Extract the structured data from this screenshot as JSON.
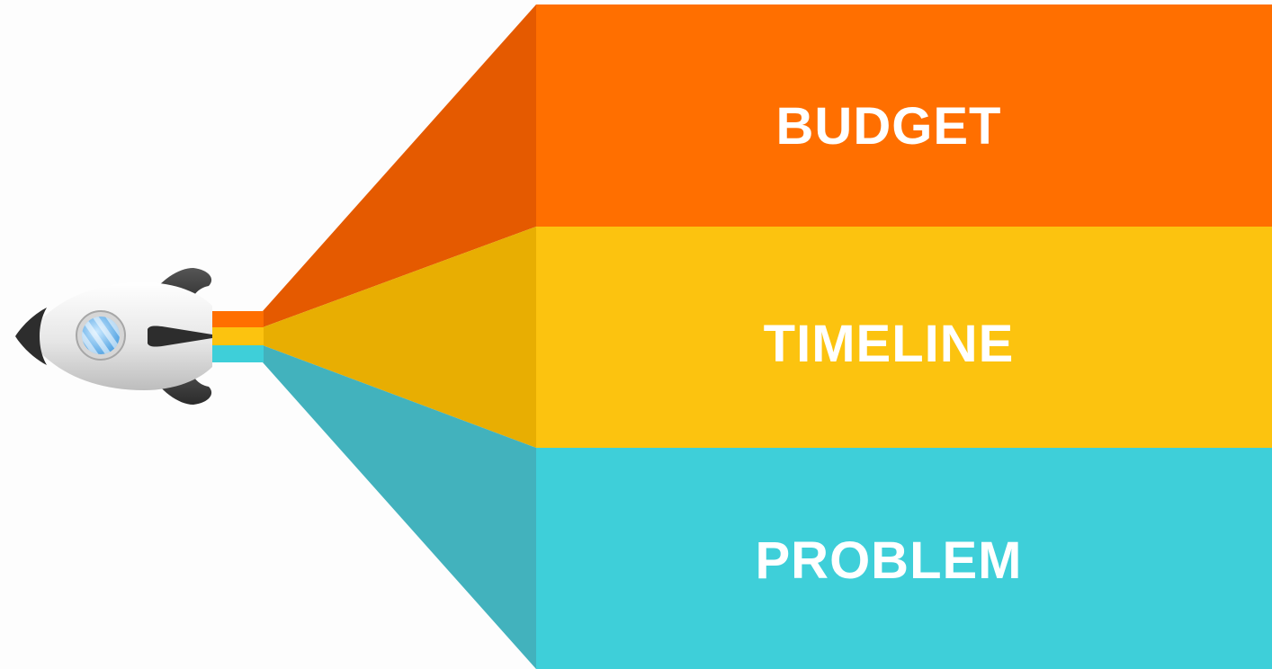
{
  "diagram": {
    "bands": [
      {
        "label": "BUDGET",
        "color": "#ff6f00",
        "beam_color": "#e55a00"
      },
      {
        "label": "TIMELINE",
        "color": "#fcc30f",
        "beam_color": "#e8ae02"
      },
      {
        "label": "PROBLEM",
        "color": "#3ecfd9",
        "beam_color": "#42b2bd"
      }
    ],
    "rocket": {
      "icon": "rocket-icon",
      "body_color": "#e9e9e9",
      "fin_color": "#3c3c3c",
      "window_color": "#7cc0f0"
    }
  }
}
